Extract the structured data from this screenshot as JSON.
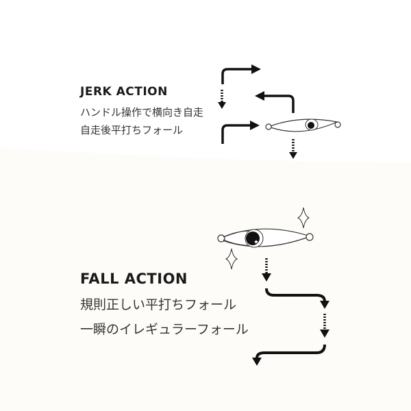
{
  "jerk": {
    "title": "JERK ACTION",
    "lines": [
      "ハンドル操作で横向き自走",
      "自走後平打ちフォール"
    ]
  },
  "fall": {
    "title": "FALL ACTION",
    "lines": [
      "規則正しい平打ちフォール",
      "一瞬のイレギュラーフォール"
    ]
  },
  "colors": {
    "ink": "#111111",
    "background": "#ffffff"
  }
}
